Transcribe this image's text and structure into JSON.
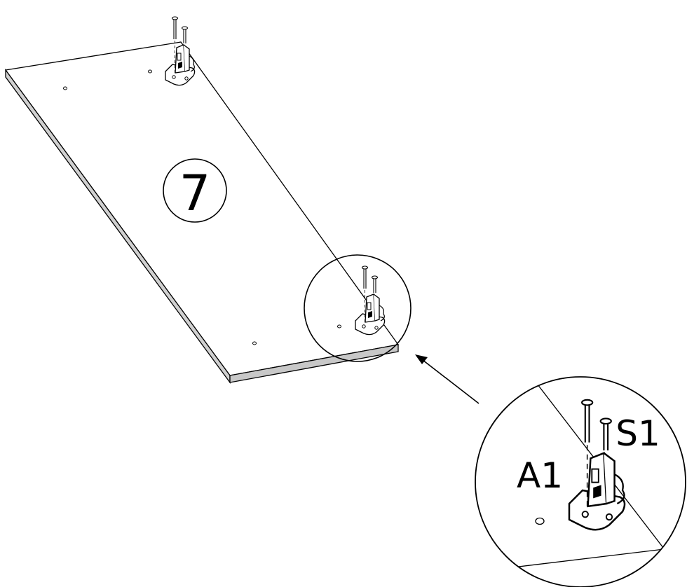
{
  "panel": {
    "number": "7"
  },
  "callout": {
    "screw_label": "S1",
    "hinge_label": "A1"
  },
  "colors": {
    "line": "#000000",
    "board_edge": "#c8c8c8",
    "background": "#ffffff"
  },
  "icons": {
    "hinge": "hinge-icon",
    "screw": "screw-icon",
    "arrow": "arrow-icon"
  }
}
